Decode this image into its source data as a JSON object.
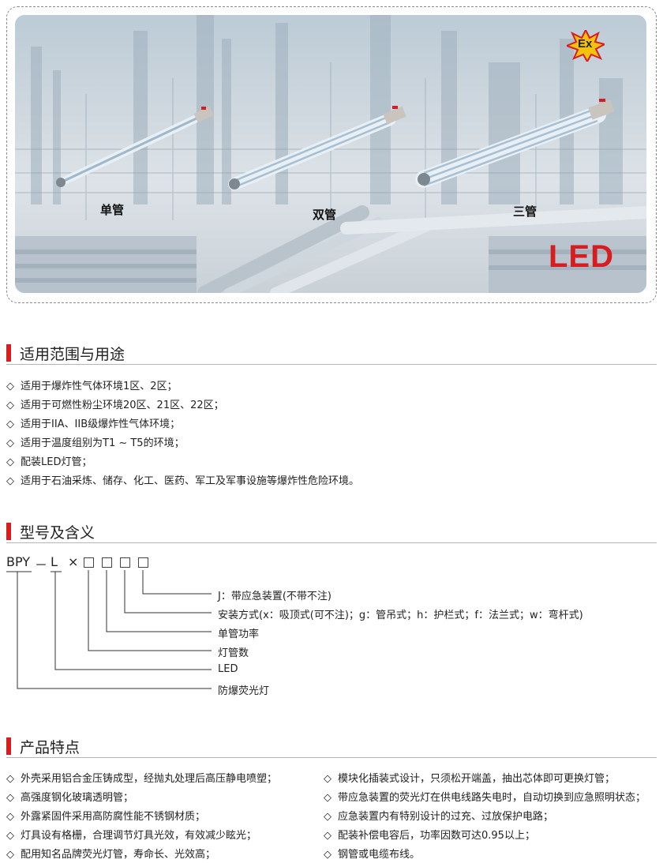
{
  "hero": {
    "lamps": [
      {
        "label": "单管"
      },
      {
        "label": "双管"
      },
      {
        "label": "三管"
      }
    ],
    "brand_mark": "LED",
    "badge": "Ex",
    "colors": {
      "red": "#d71d20",
      "badge_yellow": "#f4c20d"
    }
  },
  "scope": {
    "title": "适用范围与用途",
    "items": [
      "适用于爆炸性气体环境1区、2区；",
      "适用于可燃性粉尘环境20区、21区、22区；",
      "适用于IIA、IIB级爆炸性气体环境；",
      "适用于温度组别为T1 ~ T5的环境；",
      "配装LED灯管；",
      "适用于石油采炼、储存、化工、医药、军工及军事设施等爆炸性危险环境。"
    ]
  },
  "model": {
    "title": "型号及含义",
    "code_prefix": "BPY",
    "code_dash": "－",
    "code_letter": "L",
    "code_times": "×",
    "legend": [
      "J：带应急装置(不带不注)",
      "安装方式(x：吸顶式(可不注)；g：管吊式；h：护栏式；f：法兰式；w：弯杆式)",
      "单管功率",
      "灯管数",
      "LED",
      "防爆荧光灯"
    ]
  },
  "features": {
    "title": "产品特点",
    "left": [
      "外壳采用铝合金压铸成型，经抛丸处理后高压静电喷塑；",
      "高强度钢化玻璃透明管；",
      "外露紧固件采用高防腐性能不锈钢材质；",
      "灯具设有格栅，合理调节灯具光效，有效减少眩光；",
      "配用知名品牌荧光灯管，寿命长、光效高；"
    ],
    "right": [
      "模块化插装式设计，只须松开端盖，抽出芯体即可更换灯管；",
      "带应急装置的荧光灯在供电线路失电时，自动切换到应急照明状态；",
      "应急装置内有特别设计的过充、过放保护电路；",
      "配装补偿电容后，功率因数可达0.95以上；",
      "钢管或电缆布线。"
    ]
  },
  "bullet_glyph": "◇"
}
